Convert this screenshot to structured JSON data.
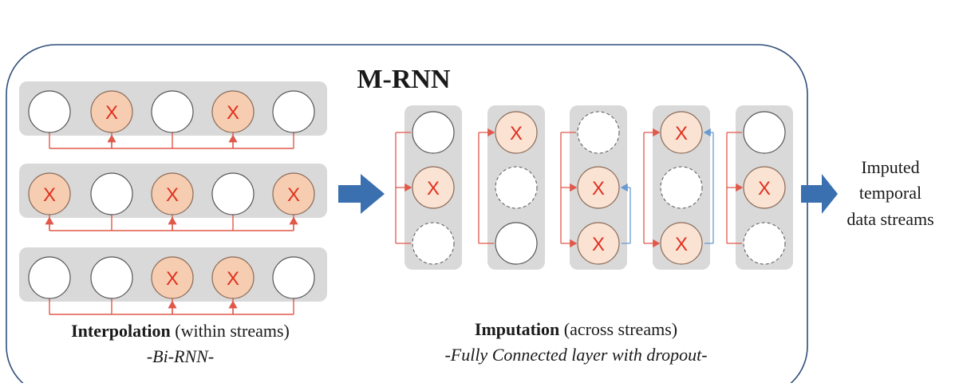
{
  "diagram": {
    "title": "M-RNN",
    "interpolation": {
      "label_bold": "Interpolation",
      "label_rest": " (within streams)",
      "sublabel": "-Bi-RNN-",
      "rows": [
        [
          "o",
          "x",
          "o",
          "x",
          "o"
        ],
        [
          "x",
          "o",
          "x",
          "o",
          "x"
        ],
        [
          "o",
          "o",
          "x",
          "x",
          "o"
        ]
      ]
    },
    "imputation": {
      "label_bold": "Imputation",
      "label_rest": " (across streams)",
      "sublabel": "-Fully Connected layer with dropout-",
      "columns": [
        [
          "o",
          "x",
          "d"
        ],
        [
          "x",
          "d",
          "o"
        ],
        [
          "d",
          "x",
          "x"
        ],
        [
          "x",
          "d",
          "x"
        ],
        [
          "o",
          "x",
          "d"
        ]
      ]
    },
    "output_label": [
      "Imputed",
      "temporal",
      "data streams"
    ],
    "missing_mark": "X",
    "colors": {
      "panel": "#d9d9d9",
      "missing_fill": "#f6cdb0",
      "missing_fill_light": "#fbe3d3",
      "mark": "#e03020",
      "red_arrow": "#e0584a",
      "blue_arrow": "#6b9ad0",
      "big_arrow": "#3a6fb0",
      "frame": "#2f4f7a"
    }
  }
}
